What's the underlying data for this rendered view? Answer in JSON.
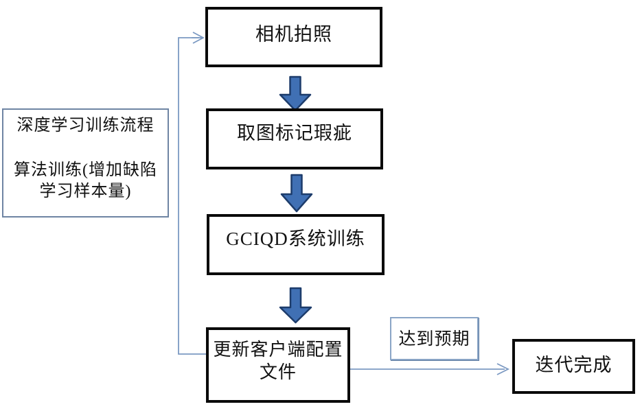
{
  "flow": {
    "note": {
      "line1": "深度学习训练流程",
      "line2": "算法训练(增加缺陷",
      "line3": "学习样本量)"
    },
    "steps": [
      {
        "label": "相机拍照"
      },
      {
        "label": "取图标记瑕疵"
      },
      {
        "label": "GCIQD系统训练"
      },
      {
        "line1": "更新客户端配置",
        "line2": "文件"
      }
    ],
    "condition_label": "达到预期",
    "end_label": "迭代完成",
    "colors": {
      "block_arrow_fill": "#4070b4",
      "block_arrow_border": "#1d3c6b",
      "connector_line": "#7b99c2",
      "process_box_border": "#0a0a0a",
      "note_box_border": "#6e84a3",
      "condition_box_border": "#8aa5c6",
      "text": "#111111",
      "background": "#ffffff"
    }
  }
}
